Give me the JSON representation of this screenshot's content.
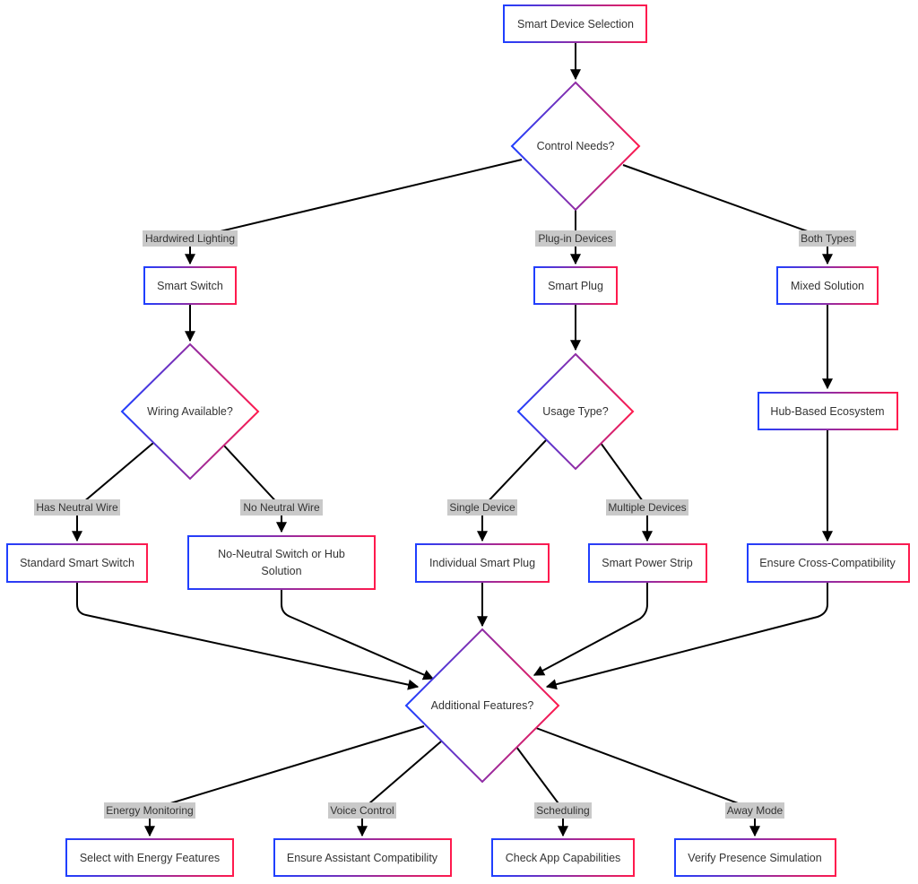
{
  "colors": {
    "gradient_start": "#1f3fff",
    "gradient_end": "#ff1a4d",
    "node_fill": "#ffffff",
    "edge": "#000000",
    "edge_label_bg": "#cccccc",
    "text": "#333333"
  },
  "nodes": {
    "start": "Smart Device Selection",
    "control_needs": "Control Needs?",
    "smart_switch": "Smart Switch",
    "smart_plug": "Smart Plug",
    "mixed_solution": "Mixed Solution",
    "wiring_available": "Wiring Available?",
    "usage_type": "Usage Type?",
    "hub_ecosystem": "Hub-Based Ecosystem",
    "standard_switch": "Standard Smart Switch",
    "no_neutral_line1": "No-Neutral Switch or Hub",
    "no_neutral_line2": "Solution",
    "individual_plug": "Individual Smart Plug",
    "power_strip": "Smart Power Strip",
    "cross_compat": "Ensure Cross-Compatibility",
    "additional_features": "Additional Features?",
    "energy_features": "Select with Energy Features",
    "assistant_compat": "Ensure Assistant Compatibility",
    "app_capabilities": "Check App Capabilities",
    "presence_sim": "Verify Presence Simulation"
  },
  "edge_labels": {
    "hardwired": "Hardwired Lighting",
    "plugin": "Plug-in Devices",
    "both": "Both Types",
    "has_neutral": "Has Neutral Wire",
    "no_neutral": "No Neutral Wire",
    "single": "Single Device",
    "multiple": "Multiple Devices",
    "energy": "Energy Monitoring",
    "voice": "Voice Control",
    "scheduling": "Scheduling",
    "away": "Away Mode"
  }
}
